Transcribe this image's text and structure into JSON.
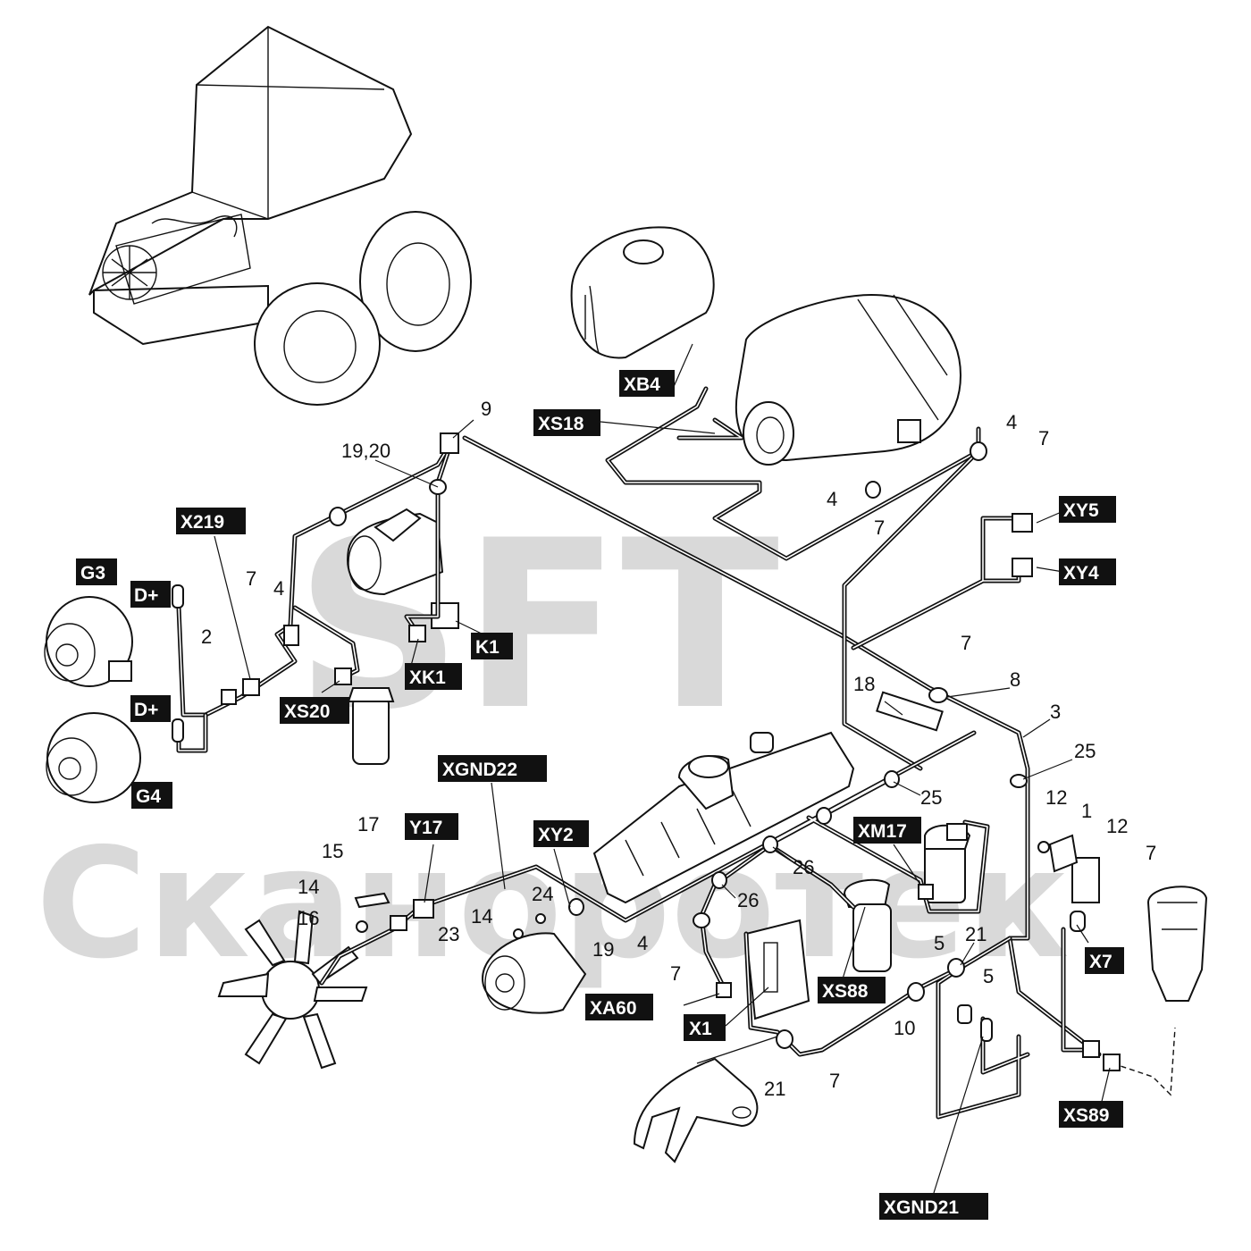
{
  "watermark": {
    "line1": "SFT",
    "line2": "Cканоротек"
  },
  "connector_labels": [
    "XB4",
    "XS18",
    "X219",
    "G3",
    "D+",
    "D+",
    "G4",
    "XS20",
    "XK1",
    "K1",
    "XY5",
    "XY4",
    "XGND22",
    "Y17",
    "XY2",
    "XM17",
    "XS88",
    "XA60",
    "X1",
    "X7",
    "XS89",
    "XGND21"
  ],
  "part_numbers": [
    "9",
    "19,20",
    "4",
    "7",
    "4",
    "7",
    "7",
    "4",
    "2",
    "7",
    "8",
    "18",
    "3",
    "25",
    "25",
    "26",
    "26",
    "12",
    "1",
    "12",
    "7",
    "15",
    "17",
    "14",
    "16",
    "14",
    "24",
    "23",
    "19",
    "4",
    "7",
    "5",
    "21",
    "5",
    "10",
    "21",
    "7"
  ]
}
